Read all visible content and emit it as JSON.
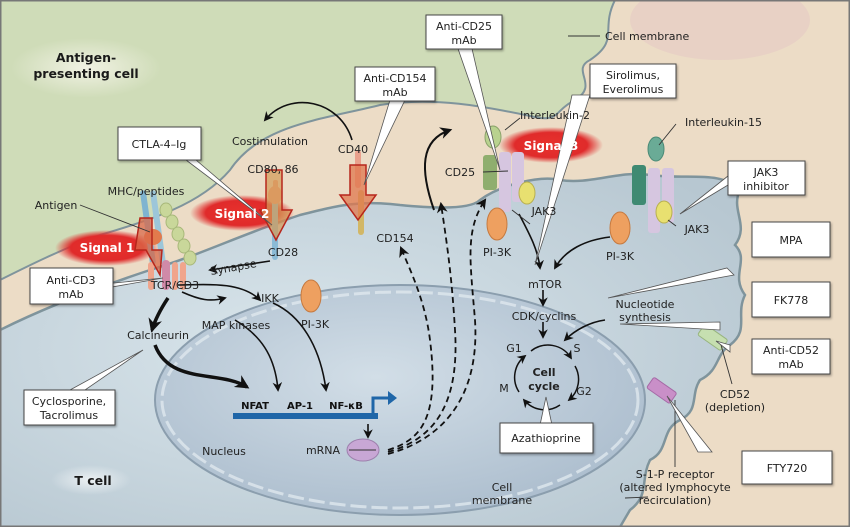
{
  "cells": {
    "apc": [
      "Antigen-",
      "presenting cell"
    ],
    "tcell": "T cell",
    "nucleus": "Nucleus",
    "cell_membrane_top": "Cell membrane",
    "cell_membrane_bottom": [
      "Cell",
      "membrane"
    ]
  },
  "signals": {
    "signal1": "Signal 1",
    "signal2": "Signal 2",
    "signal3": "Signal 3"
  },
  "molecules": {
    "antigen": "Antigen",
    "mhc": "MHC/peptides",
    "tcr": "TCR/CD3",
    "cd80": "CD80, 86",
    "cd28": "CD28",
    "cd40": "CD40",
    "cd154": "CD154",
    "costimulation": "Costimulation",
    "synapse": "Synapse",
    "pi3k_1": "PI-3K",
    "pi3k_2": "PI-3K",
    "pi3k_3": "PI-3K",
    "ikk": "IKK",
    "map": "MAP kinases",
    "calcineurin": "Calcineurin",
    "il2": "Interleukin-2",
    "il15": "Interleukin-15",
    "cd25": "CD25",
    "jak3_1": "JAK3",
    "jak3_2": "JAK3",
    "mtor": "mTOR",
    "cdk": "CDK/cyclins",
    "nucleotide": [
      "Nucleotide",
      "synthesis"
    ],
    "nfat": "NFAT",
    "ap1": "AP-1",
    "nfkb": "NF-κB",
    "mrna": "mRNA",
    "cd52": [
      "CD52",
      "(depletion)"
    ],
    "s1p": [
      "S-1-P receptor",
      "(altered lymphocyte",
      "recirculation)"
    ]
  },
  "cell_cycle": {
    "title": [
      "Cell",
      "cycle"
    ],
    "g1": "G1",
    "s": "S",
    "g2": "G2",
    "m": "M"
  },
  "drugs": {
    "ctla4": "CTLA-4–Ig",
    "anti_cd3": [
      "Anti-CD3",
      "mAb"
    ],
    "anti_cd154": [
      "Anti-CD154",
      "mAb"
    ],
    "anti_cd25": [
      "Anti-CD25",
      "mAb"
    ],
    "sirolimus": [
      "Sirolimus,",
      "Everolimus"
    ],
    "jak3_inh": [
      "JAK3",
      "inhibitor"
    ],
    "mpa": "MPA",
    "fk778": "FK778",
    "anti_cd52": [
      "Anti-CD52",
      "mAb"
    ],
    "cyclosporine": [
      "Cyclosporine,",
      "Tacrolimus"
    ],
    "azathioprine": "Azathioprine",
    "fty720": "FTY720"
  },
  "colors": {
    "apc_bg": "#cfdcb8",
    "tcell_bg": "#c7d6de",
    "extracell_bg": "#ecdcc6",
    "nucleus_bg": "#b9c8d6",
    "signal_red": "#e02b2b",
    "dna_blue": "#1f66a8"
  }
}
